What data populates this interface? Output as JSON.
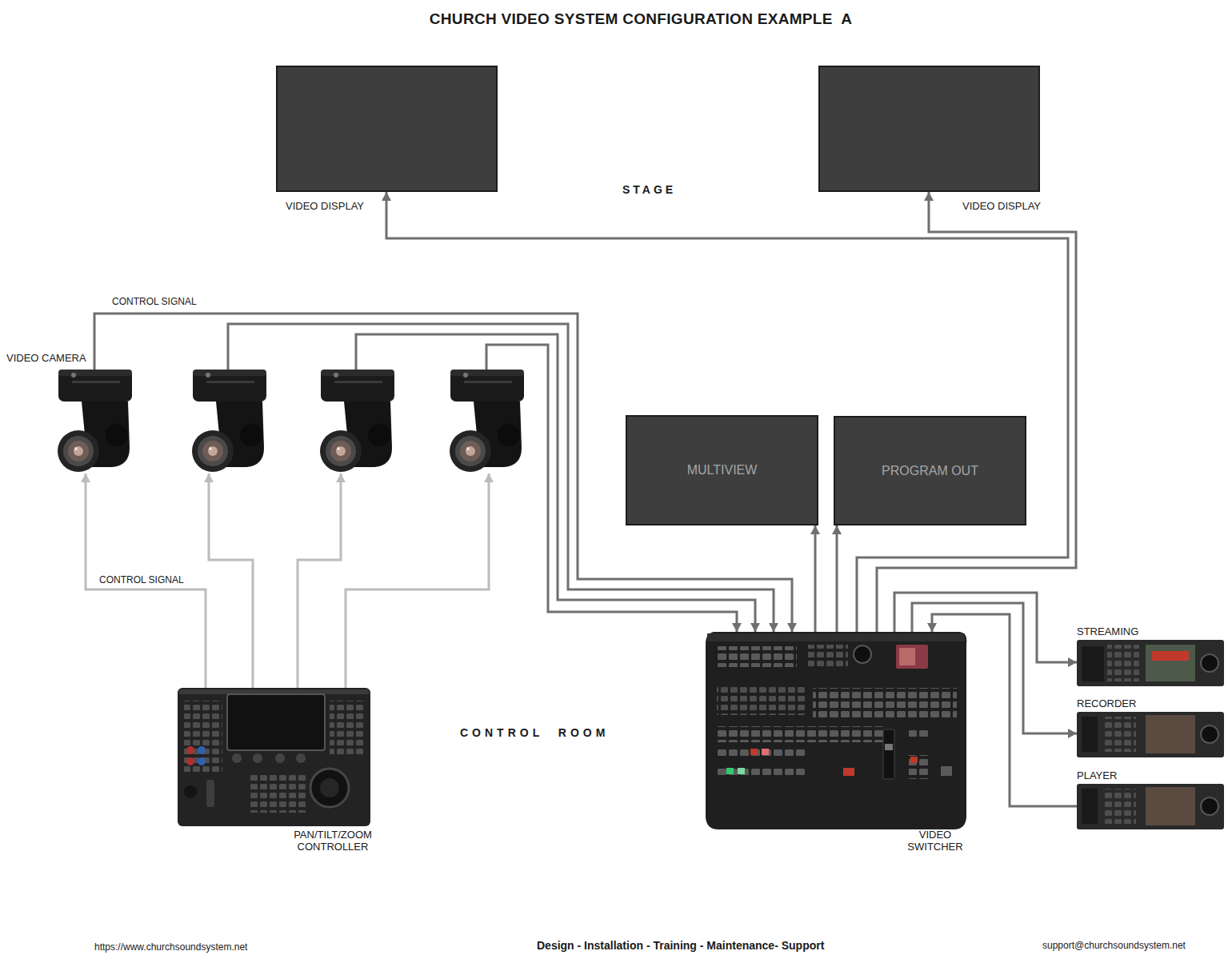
{
  "diagram": {
    "title": "CHURCH VIDEO SYSTEM CONFIGURATION EXAMPLE  A",
    "nodes": [
      {
        "text": [
          "VIDEO DISPLAY"
        ]
      },
      {
        "text": [
          "VIDEO DISPLAY"
        ]
      },
      {
        "text": [
          "VIDEO CAMERA"
        ]
      },
      {
        "text": []
      },
      {
        "text": []
      },
      {
        "text": []
      },
      {
        "text": [
          "MULTIVIEW"
        ]
      },
      {
        "text": [
          "PROGRAM OUT"
        ]
      },
      {
        "text": [
          "PAN/TILT/ZOOM CONTROLLER"
        ]
      },
      {
        "text": [
          "VIDEO SWITCHER"
        ]
      },
      {
        "text": [
          "STREAMING"
        ]
      },
      {
        "text": [
          "RECORDER"
        ]
      },
      {
        "text": [
          "PLAYER"
        ]
      }
    ],
    "edges": [
      {
        "from": 2,
        "to": 9,
        "arrow": "to",
        "label": "CONTROL SIGNAL"
      },
      {
        "from": 3,
        "to": 9,
        "arrow": "to"
      },
      {
        "from": 4,
        "to": 9,
        "arrow": "to"
      },
      {
        "from": 5,
        "to": 9,
        "arrow": "to"
      },
      {
        "from": 8,
        "to": 2,
        "arrow": "to",
        "label": "CONTROL SIGNAL"
      },
      {
        "from": 8,
        "to": 3,
        "arrow": "to"
      },
      {
        "from": 8,
        "to": 4,
        "arrow": "to"
      },
      {
        "from": 8,
        "to": 5,
        "arrow": "to"
      },
      {
        "from": 9,
        "to": 6,
        "arrow": "to"
      },
      {
        "from": 9,
        "to": 7,
        "arrow": "to"
      },
      {
        "from": 9,
        "to": 0,
        "arrow": "to"
      },
      {
        "from": 9,
        "to": 1,
        "arrow": "to"
      },
      {
        "from": 9,
        "to": 10,
        "arrow": "to"
      },
      {
        "from": 9,
        "to": 11,
        "arrow": "to"
      },
      {
        "from": 12,
        "to": 9,
        "arrow": "to"
      }
    ],
    "labels": [
      "STAGE",
      "CONTROL ROOM",
      "https://www.churchsoundsystem.net",
      "Design - Installation - Training - Maintenance- Support",
      "support@churchsoundsystem.net"
    ]
  }
}
